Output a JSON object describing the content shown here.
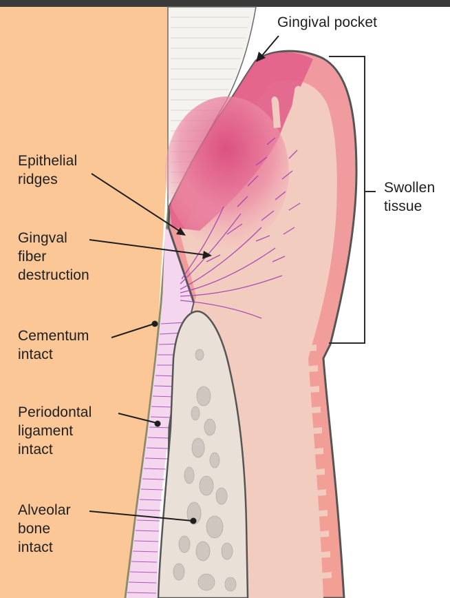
{
  "labels": {
    "gingival_pocket": "Gingival pocket",
    "swollen_tissue": "Swollen\ntissue",
    "epithelial_ridges": "Epithelial\nridges",
    "gingival_fiber_destruction": "Gingval\nfiber\ndestruction",
    "cementum_intact": "Cementum\nintact",
    "periodontal_ligament_intact": "Periodontal\nligament\nintact",
    "alveolar_bone_intact": "Alveolar\nbone\nintact"
  },
  "colors": {
    "tooth_root": "#fbc796",
    "enamel": "#f4f3ef",
    "gingiva_pink": "#f2a49a",
    "gingiva_light": "#f3ccc0",
    "inflamed_magenta": "#e05a86",
    "bone": "#e9e0d8",
    "bone_marrow": "#cfc7bf",
    "fibers": "#a23fb6",
    "outline": "#4a4a4a",
    "text": "#1e1e1e"
  }
}
